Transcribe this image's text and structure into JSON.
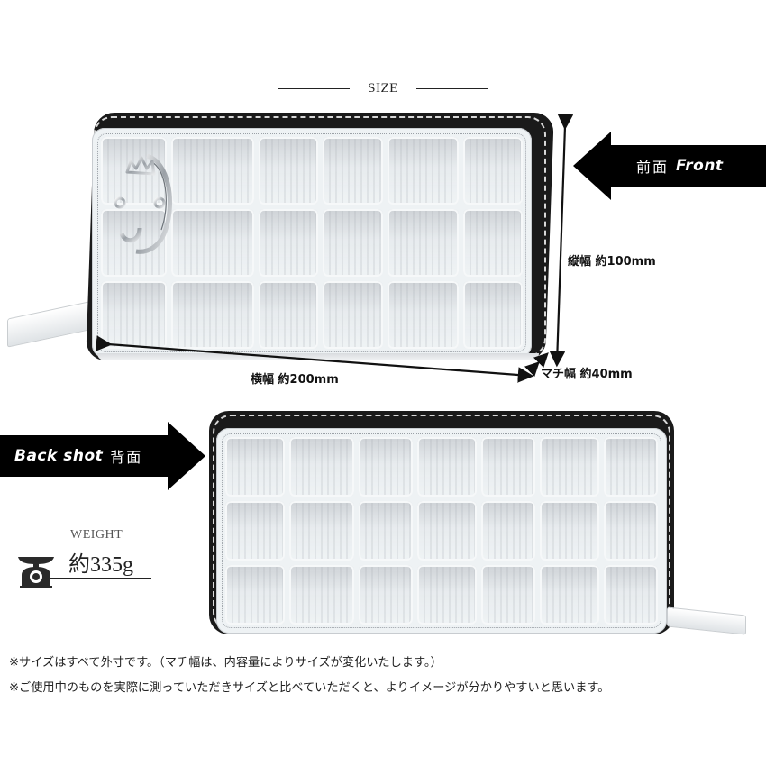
{
  "heading": {
    "title": "SIZE"
  },
  "front_callout": {
    "jp": "前面",
    "en": "Front",
    "arrow": "left-arrow-icon"
  },
  "back_callout": {
    "en": "Back shot",
    "jp": "背面",
    "arrow": "right-arrow-icon"
  },
  "dimensions": {
    "height": "縦幅 約100mm",
    "width": "横幅 約200mm",
    "depth": "マチ幅 約40mm"
  },
  "weight": {
    "label": "WEIGHT",
    "value": "約335g",
    "icon": "scale-icon"
  },
  "notes": [
    "※サイズはすべて外寸です。（マチ幅は、内容量によりサイズが変化いたします。）",
    "※ご使用中のものを実際に測っていただきサイズと比べていただくと、よりイメージが分かりやすいと思います。"
  ],
  "colors": {
    "arrow_fill": "#000000",
    "arrow_text": "#ffffff",
    "leather": "#eef2f4",
    "zipper": "#1a1a1a"
  }
}
